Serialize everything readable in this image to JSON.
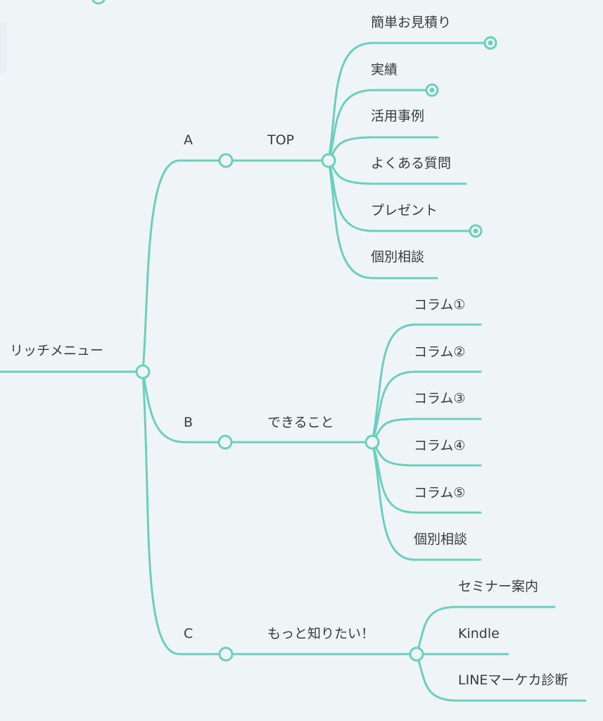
{
  "mindmap": {
    "root": {
      "label": "リッチメニュー"
    },
    "branches": [
      {
        "key": "a",
        "label": "A",
        "child": {
          "label": "TOP",
          "leaves": [
            {
              "label": "簡単お見積り",
              "has_link": true
            },
            {
              "label": "実績",
              "has_link": true
            },
            {
              "label": "活用事例",
              "has_link": false
            },
            {
              "label": "よくある質問",
              "has_link": false
            },
            {
              "label": "プレゼント",
              "has_link": true
            },
            {
              "label": "個別相談",
              "has_link": false
            }
          ]
        }
      },
      {
        "key": "b",
        "label": "B",
        "child": {
          "label": "できること",
          "leaves": [
            {
              "label": "コラム①"
            },
            {
              "label": "コラム②"
            },
            {
              "label": "コラム③"
            },
            {
              "label": "コラム④"
            },
            {
              "label": "コラム⑤"
            },
            {
              "label": "個別相談"
            }
          ]
        }
      },
      {
        "key": "c",
        "label": "C",
        "child": {
          "label": "もっと知りたい！",
          "leaves": [
            {
              "label": "セミナー案内"
            },
            {
              "label": "Kindle"
            },
            {
              "label": "LINEマーケカ診断"
            }
          ]
        }
      }
    ],
    "colors": {
      "line": "#6ccfbd",
      "background": "#eff5f7",
      "text": "#3a3a3a"
    }
  }
}
